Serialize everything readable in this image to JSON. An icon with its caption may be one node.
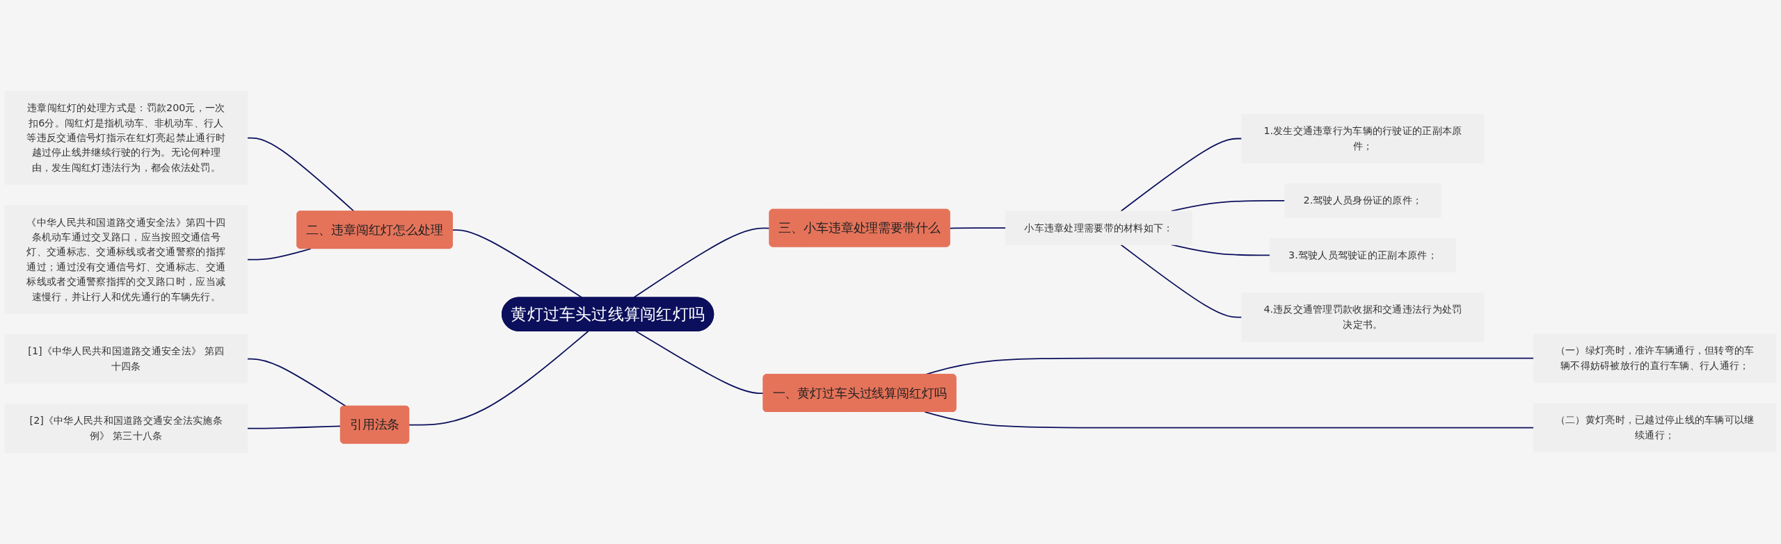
{
  "diagram": {
    "nodes": [
      {
        "text": [
          "黄灯过车头过线算闯红灯吗"
        ]
      },
      {
        "text": [
          "一、黄灯过车头过线算闯红灯吗"
        ]
      },
      {
        "text": [
          "（一）绿灯亮时，准许车辆通行，但转弯的车辆不得妨碍被放行的直行车辆、行人通行；"
        ]
      },
      {
        "text": [
          "（二）黄灯亮时，已越过停止线的车辆可以继续通行；"
        ]
      },
      {
        "text": [
          "二、违章闯红灯怎么处理"
        ]
      },
      {
        "text": [
          "违章闯红灯的处理方式是：罚款200元，一次扣6分。闯红灯是指机动车、非机动车、行人等违反交通信号灯指示在红灯亮起禁止通行时越过停止线并继续行驶的行为。无论何种理由，发生闯红灯违法行为，都会依法处罚。"
        ]
      },
      {
        "text": [
          "《中华人民共和国道路交通安全法》第四十四条机动车通过交叉路口，应当按照交通信号灯、交通标志、交通标线或者交通警察的指挥通过；通过没有交通信号灯、交通标志、交通标线或者交通警察指挥的交叉路口时，应当减速慢行，并让行人和优先通行的车辆先行。"
        ]
      },
      {
        "text": [
          "三、小车违章处理需要带什么"
        ]
      },
      {
        "text": [
          "小车违章处理需要带的材料如下："
        ]
      },
      {
        "text": [
          "1.发生交通违章行为车辆的行驶证的正副本原件；"
        ]
      },
      {
        "text": [
          "2.驾驶人员身份证的原件；"
        ]
      },
      {
        "text": [
          "3.驾驶人员驾驶证的正副本原件；"
        ]
      },
      {
        "text": [
          "4.违反交通管理罚款收据和交通违法行为处罚决定书。"
        ]
      },
      {
        "text": [
          "引用法条"
        ]
      },
      {
        "text": [
          "[1]《中华人民共和国道路交通安全法》 第四十四条"
        ]
      },
      {
        "text": [
          "[2]《中华人民共和国道路交通安全法实施条例》 第三十八条"
        ]
      }
    ],
    "edges": [
      {
        "from": 0,
        "to": 1,
        "arrow": "none"
      },
      {
        "from": 1,
        "to": 2,
        "arrow": "none"
      },
      {
        "from": 1,
        "to": 3,
        "arrow": "none"
      },
      {
        "from": 0,
        "to": 4,
        "arrow": "none"
      },
      {
        "from": 4,
        "to": 5,
        "arrow": "none"
      },
      {
        "from": 4,
        "to": 6,
        "arrow": "none"
      },
      {
        "from": 0,
        "to": 7,
        "arrow": "none"
      },
      {
        "from": 7,
        "to": 8,
        "arrow": "none"
      },
      {
        "from": 8,
        "to": 9,
        "arrow": "none"
      },
      {
        "from": 8,
        "to": 10,
        "arrow": "none"
      },
      {
        "from": 8,
        "to": 11,
        "arrow": "none"
      },
      {
        "from": 8,
        "to": 12,
        "arrow": "none"
      },
      {
        "from": 0,
        "to": 13,
        "arrow": "none"
      },
      {
        "from": 13,
        "to": 14,
        "arrow": "none"
      },
      {
        "from": 13,
        "to": 15,
        "arrow": "none"
      }
    ]
  }
}
